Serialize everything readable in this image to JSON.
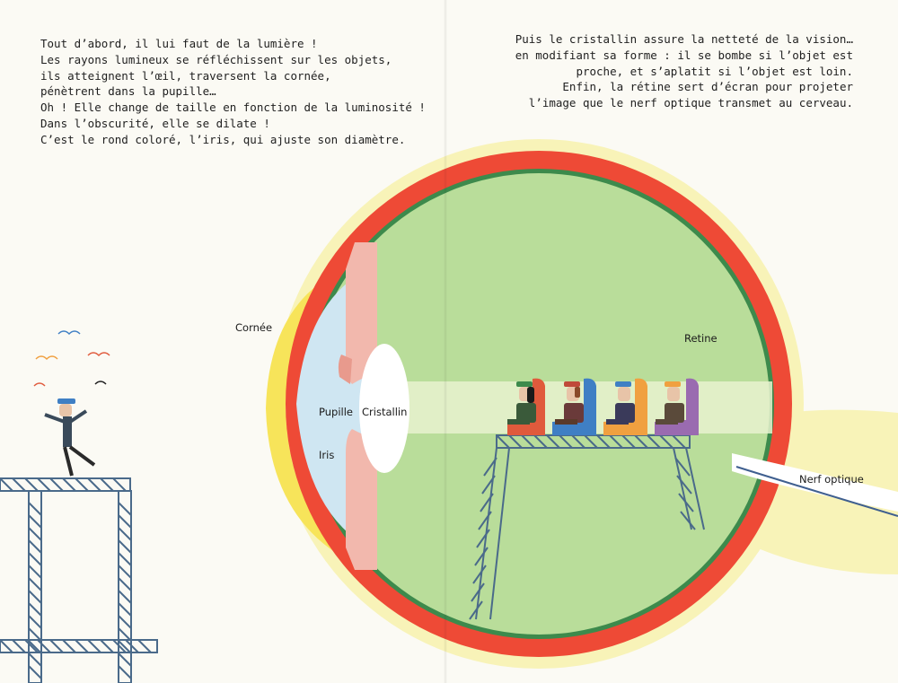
{
  "left_text": [
    "Tout d’abord, il lui faut de la lumière !",
    "Les rayons lumineux se réfléchissent sur les objets,",
    "ils atteignent l’œil, traversent la cornée,",
    "pénètrent dans la pupille…",
    "Oh ! Elle change de taille en fonction de la luminosité !",
    "Dans l’obscurité, elle se dilate !",
    "C’est le rond coloré, l’iris, qui ajuste son diamètre."
  ],
  "right_text": [
    "Puis le cristallin assure la netteté de la vision…",
    "en modifiant sa forme : il se bombe si l’objet est",
    "proche, et s’aplatit si l’objet est loin.",
    "Enfin, la rétine sert d’écran pour projeter",
    "l’image que le nerf optique transmet au cerveau."
  ],
  "labels": {
    "cornea": "Cornée",
    "retina": "Retine",
    "pupil": "Pupille",
    "lens": "Cristallin",
    "iris": "Iris",
    "optic_nerve": "Nerf optique"
  },
  "colors": {
    "sclera_outer": "#f8f3b8",
    "retina_red": "#ee4a36",
    "choroid_green": "#3d8a4c",
    "vitreous_green": "#b9dd9a",
    "cornea_yellow": "#f7e45a",
    "aqueous_blue": "#cfe6f2",
    "iris_pink": "#f2b8ad",
    "light_beam": "#e8f2cf",
    "scaffold_blue": "#4a6a8a",
    "seat_red": "#e05a3c",
    "seat_blue": "#3f7fc4",
    "seat_orange": "#f0a040",
    "seat_purple": "#9a6bb0"
  },
  "icons": [
    "juggler-figure",
    "floating-glasses-icon",
    "scaffold-tower",
    "viewer-seat"
  ]
}
